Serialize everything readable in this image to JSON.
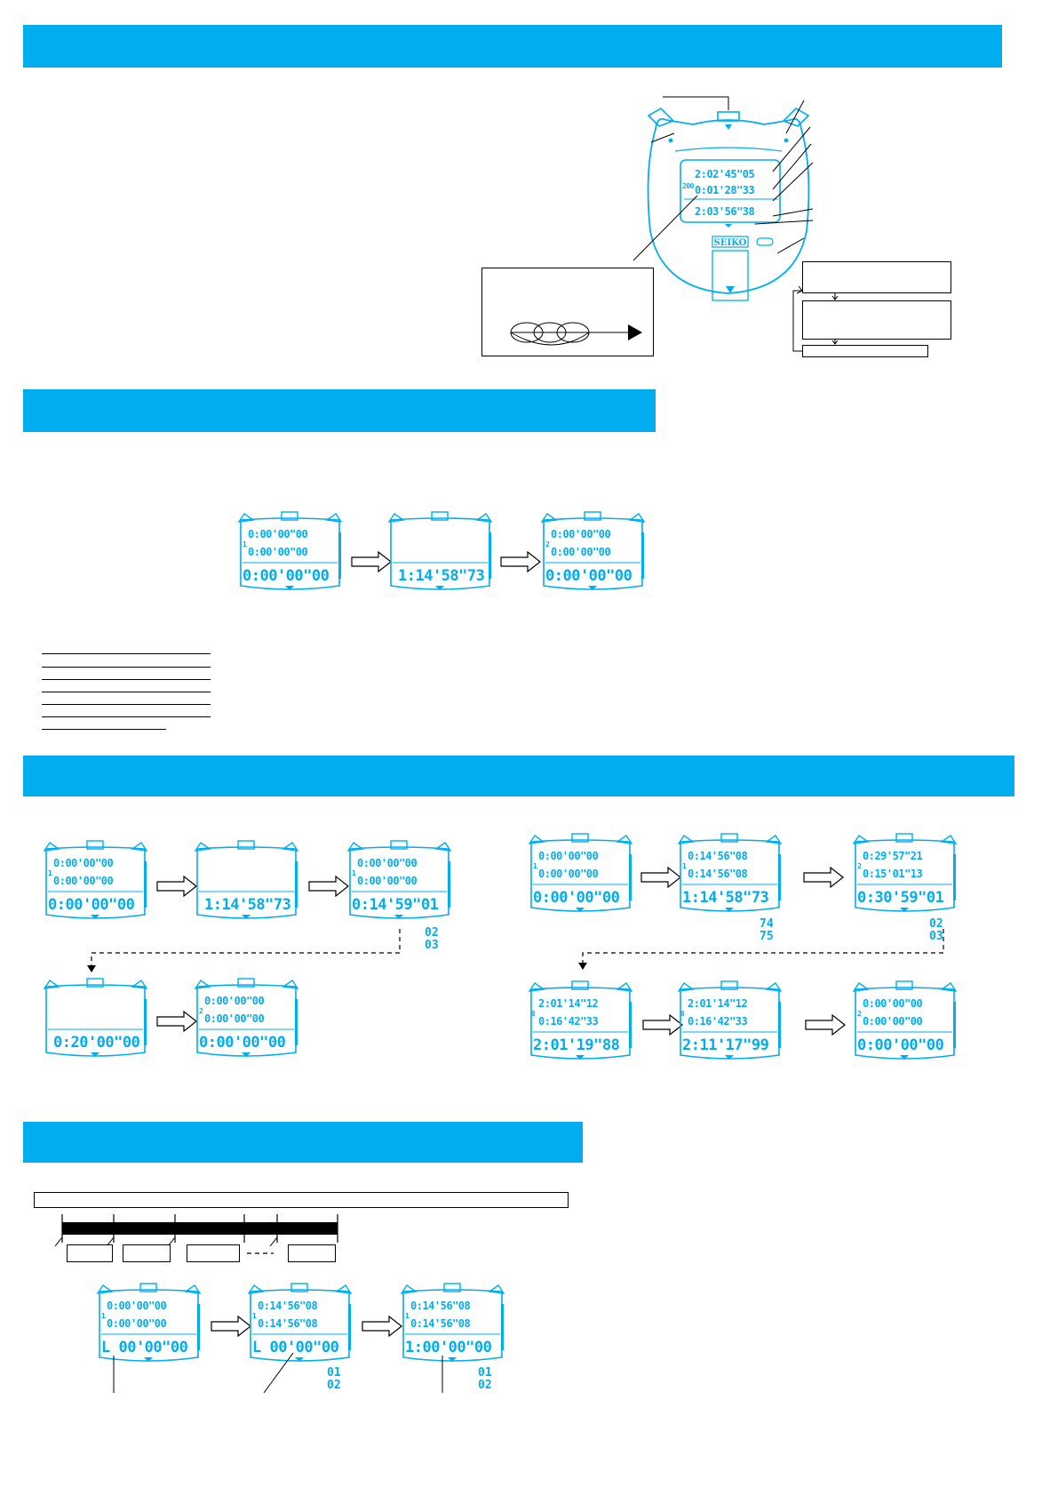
{
  "colors": {
    "accent": "#00aeef",
    "ink": "#000000"
  },
  "hero_watch": {
    "brand": "SEIKO",
    "row1": "2:02'45\"05",
    "row2": "0:01'28\"33",
    "row3": "2:03'56\"38",
    "lap_no": "200"
  },
  "section2": {
    "w1": {
      "r1": "0:00'00\"00",
      "r2": "0:00'00\"00",
      "r3": "0:00'00\"00",
      "idx": "1"
    },
    "w2": {
      "r3": "1:14'58\"73"
    },
    "w3": {
      "r1": "0:00'00\"00",
      "r2": "0:00'00\"00",
      "r3": "0:00'00\"00",
      "idx": "2"
    }
  },
  "section3_left": {
    "w1": {
      "r1": "0:00'00\"00",
      "r2": "0:00'00\"00",
      "r3": "0:00'00\"00",
      "idx": "1"
    },
    "w2": {
      "r3": "1:14'58\"73"
    },
    "w3": {
      "r1": "0:00'00\"00",
      "r2": "0:00'00\"00",
      "r3": "0:14'59\"01",
      "idx": "1",
      "extra": [
        "02",
        "03"
      ]
    },
    "w4": {
      "r3": "0:20'00\"00"
    },
    "w5": {
      "r1": "0:00'00\"00",
      "r2": "0:00'00\"00",
      "r3": "0:00'00\"00",
      "idx": "2"
    }
  },
  "section3_right": {
    "w1": {
      "r1": "0:00'00\"00",
      "r2": "0:00'00\"00",
      "r3": "0:00'00\"00",
      "idx": "1"
    },
    "w2": {
      "r1": "0:14'56\"08",
      "r2": "0:14'56\"08",
      "r3": "1:14'58\"73",
      "idx": "1",
      "extra": [
        "74",
        "75"
      ]
    },
    "w3": {
      "r1": "0:29'57\"21",
      "r2": "0:15'01\"13",
      "r3": "0:30'59\"01",
      "idx": "2",
      "extra": [
        "02",
        "03"
      ]
    },
    "w4": {
      "r1": "2:01'14\"12",
      "r2": "0:16'42\"33",
      "r3": "2:01'19\"88",
      "idx": "8"
    },
    "w5": {
      "r1": "2:01'14\"12",
      "r2": "0:16'42\"33",
      "r3": "2:11'17\"99",
      "idx": "8"
    },
    "w6": {
      "r1": "0:00'00\"00",
      "r2": "0:00'00\"00",
      "r3": "0:00'00\"00",
      "idx": "2"
    }
  },
  "section4": {
    "w1": {
      "r1": "0:00'00\"00",
      "r2": "0:00'00\"00",
      "r3": "L 00'00\"00",
      "idx": "1"
    },
    "w2": {
      "r1": "0:14'56\"08",
      "r2": "0:14'56\"08",
      "r3": "L 00'00\"00",
      "idx": "1",
      "extra": [
        "01",
        "02"
      ]
    },
    "w3": {
      "r1": "0:14'56\"08",
      "r2": "0:14'56\"08",
      "r3": "1:00'00\"00",
      "idx": "1",
      "extra": [
        "01",
        "02"
      ]
    }
  }
}
